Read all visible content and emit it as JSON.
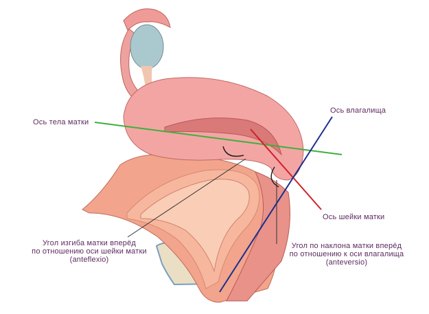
{
  "labels": {
    "uterus_body_axis": "Ось тела матки",
    "vagina_axis": "Ось влагалища",
    "cervix_axis": "Ось шейки матки",
    "anteflexio": [
      "Угол изгиба матки вперёд",
      "по отношению оси шейки матки",
      "(anteflexio)"
    ],
    "anteversio": [
      "Угол по наклона матки вперёд",
      "по отношению к оси влагалища",
      "(anteversio)"
    ]
  },
  "colors": {
    "uterus_axis": "#3db03d",
    "cervix_axis": "#d2202a",
    "vagina_axis": "#1c2e8f",
    "label_text": "#5b2a5e"
  }
}
